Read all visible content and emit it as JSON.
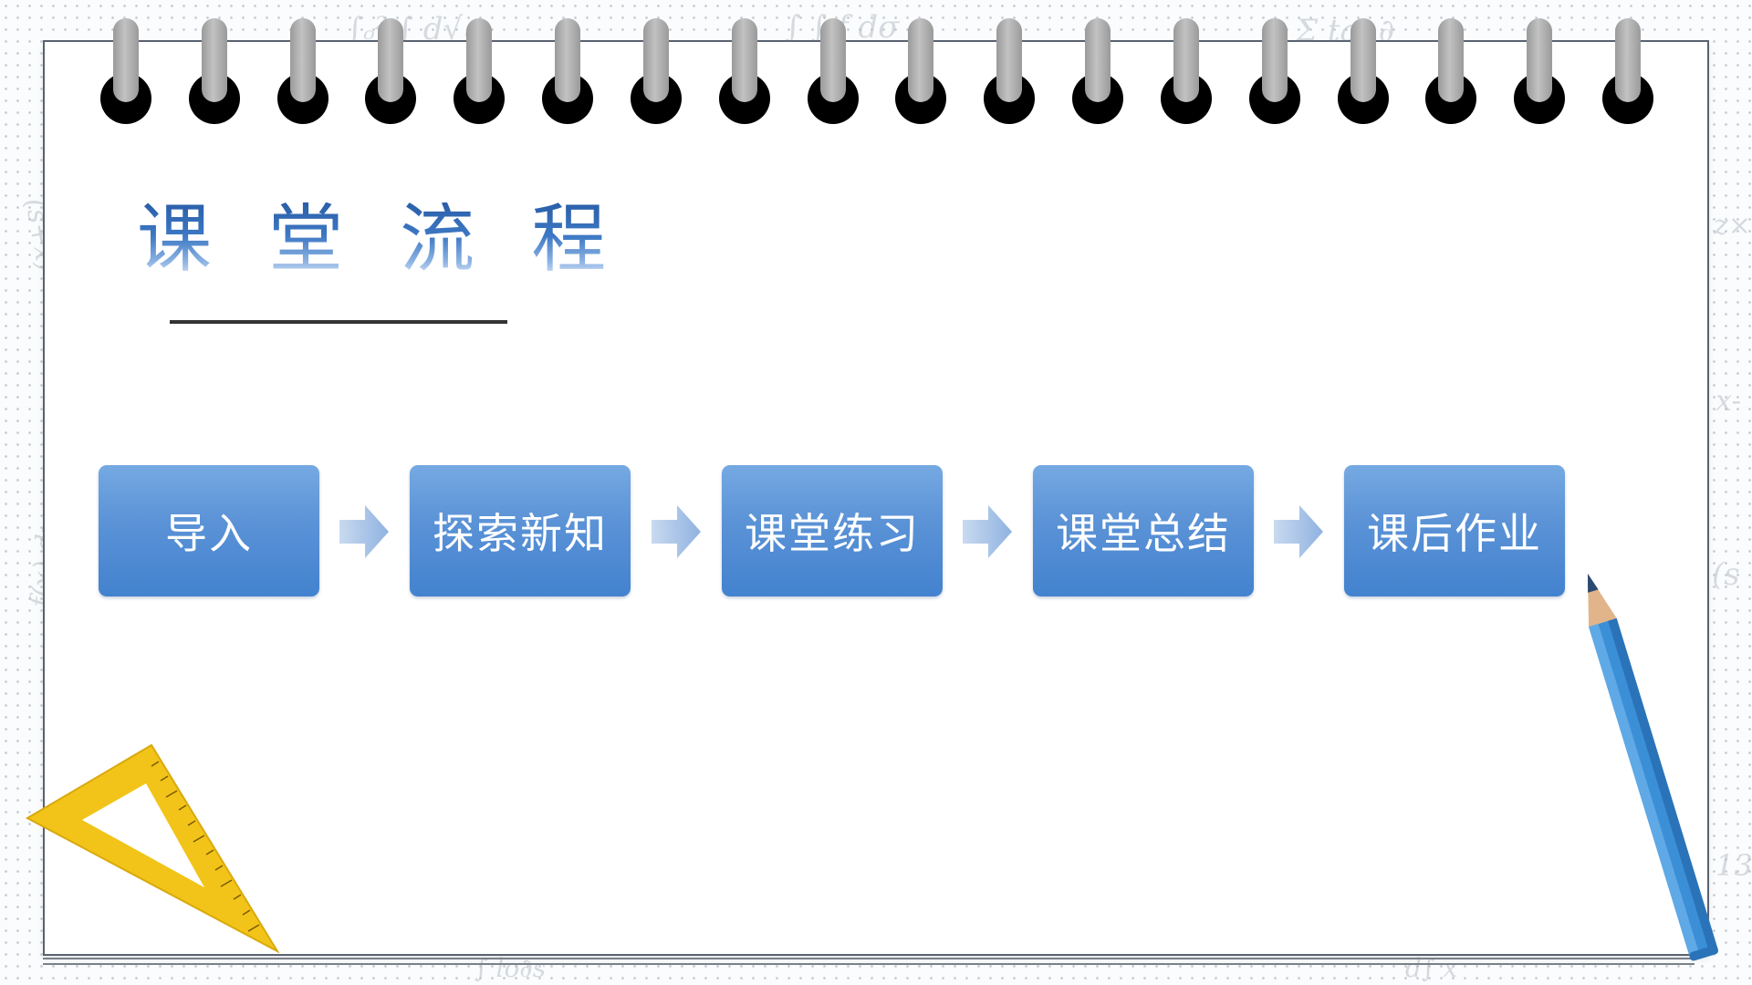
{
  "title": "课 堂 流 程",
  "steps": [
    {
      "label": "导入"
    },
    {
      "label": "探索新知"
    },
    {
      "label": "课堂练习"
    },
    {
      "label": "课堂总结"
    },
    {
      "label": "课后作业"
    }
  ],
  "colors": {
    "step_box": "#5a92d6",
    "arrow": "#a9c4e6",
    "title": "#3d78c4",
    "ruler": "#f2c419",
    "pencil": "#3b8fd6"
  },
  "icons": [
    "spiral-ring-icon",
    "arrow-right-icon",
    "triangle-ruler-icon",
    "pencil-icon"
  ]
}
